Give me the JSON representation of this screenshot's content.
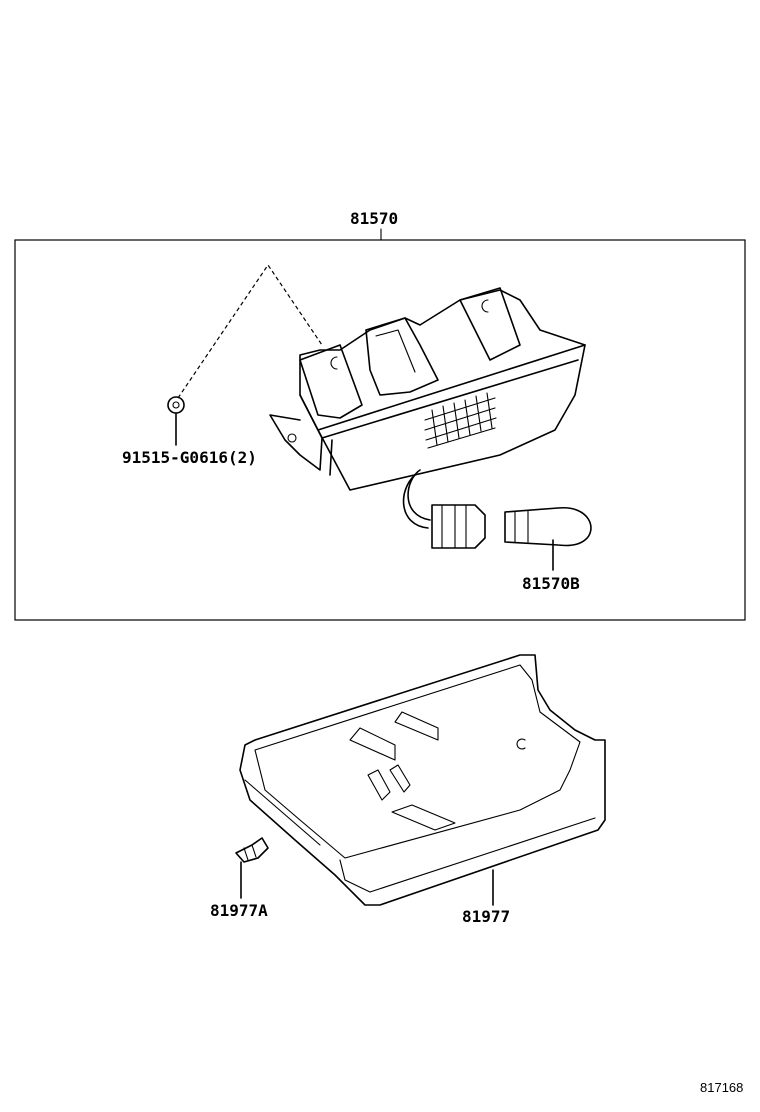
{
  "callouts": {
    "lamp_assy": "81570",
    "screw": "91515-G0616(2)",
    "bulb": "81570B",
    "clip": "81977A",
    "cover": "81977"
  },
  "illustration_ref": "817168"
}
